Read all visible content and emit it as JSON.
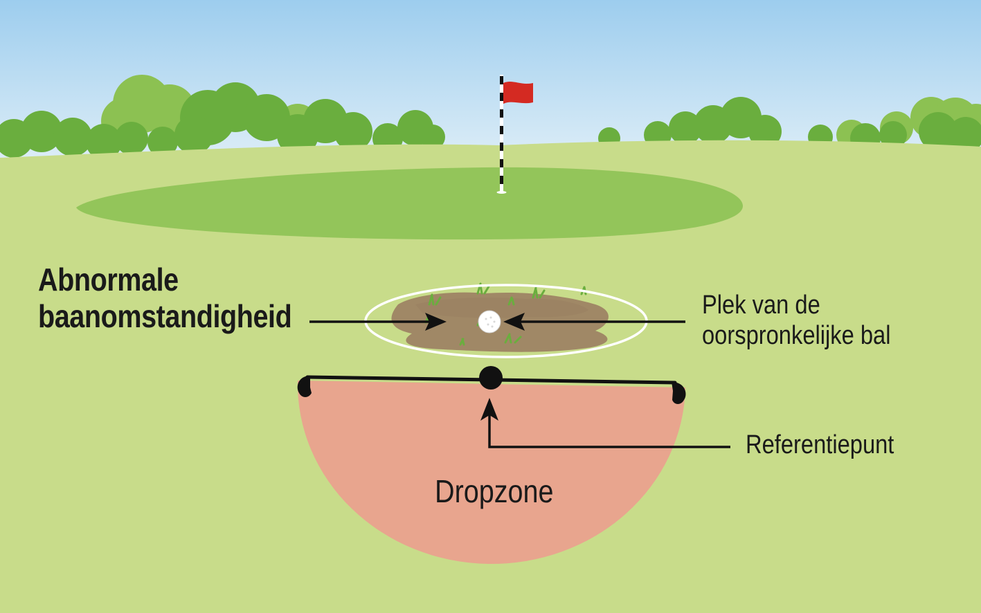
{
  "labels": {
    "abnormal": [
      "Abnormale",
      "baanomstandigheid"
    ],
    "original_ball": [
      "Plek van de",
      "oorspronkelijke bal"
    ],
    "reference_point": "Referentiepunt",
    "dropzone": "Dropzone"
  },
  "colors": {
    "sky_top": "#9dcdee",
    "sky_bottom": "#dcedf7",
    "fairway": "#c8dc8a",
    "green": "#93c55a",
    "bush_dark": "#6aae3e",
    "bush_light": "#8cc152",
    "dirt": "#a08866",
    "dropzone": "#e8a58e",
    "flag": "#d42a22",
    "ink": "#111111",
    "outline_white": "#ffffff"
  }
}
